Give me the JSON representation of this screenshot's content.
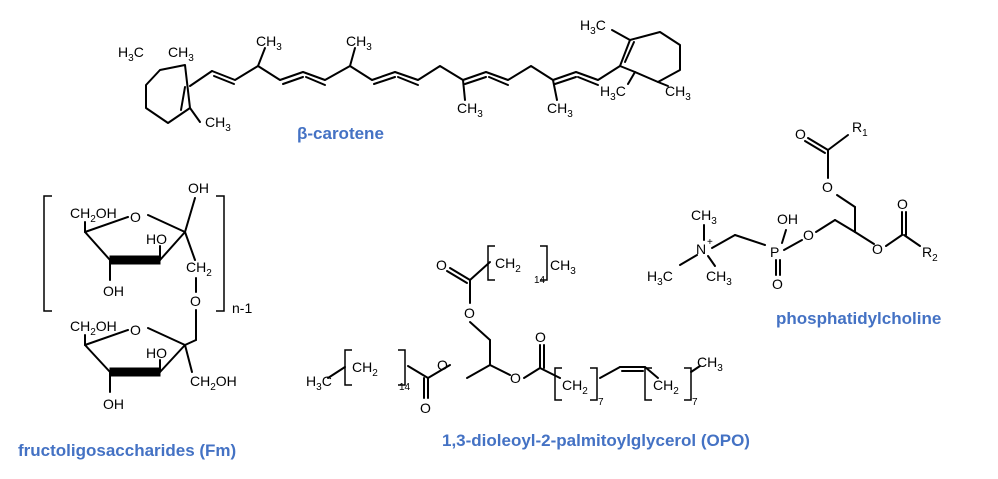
{
  "colors": {
    "caption": "#4472c4",
    "bond": "#000000"
  },
  "captions": {
    "beta_carotene": "β-carotene",
    "fm": "fructoligosaccharides (Fm)",
    "opo": "1,3-dioleoyl-2-palmitoylglycerol (OPO)",
    "pc": "phosphatidylcholine"
  },
  "labels": {
    "ch3": "CH",
    "sub3": "3",
    "sub2": "2",
    "h3c": "H",
    "c_after_h3": "C",
    "h3c_prefix": "H",
    "oh": "OH",
    "ho": "HO",
    "o": "O",
    "ch2oh_a": "CH",
    "ch2oh_b": "OH",
    "ch2": "CH",
    "n_minus_1": "n-1",
    "sub14": "14",
    "sub7": "7",
    "p": "P",
    "n": "N",
    "nplus": "+",
    "r": "R",
    "sub1": "1"
  }
}
